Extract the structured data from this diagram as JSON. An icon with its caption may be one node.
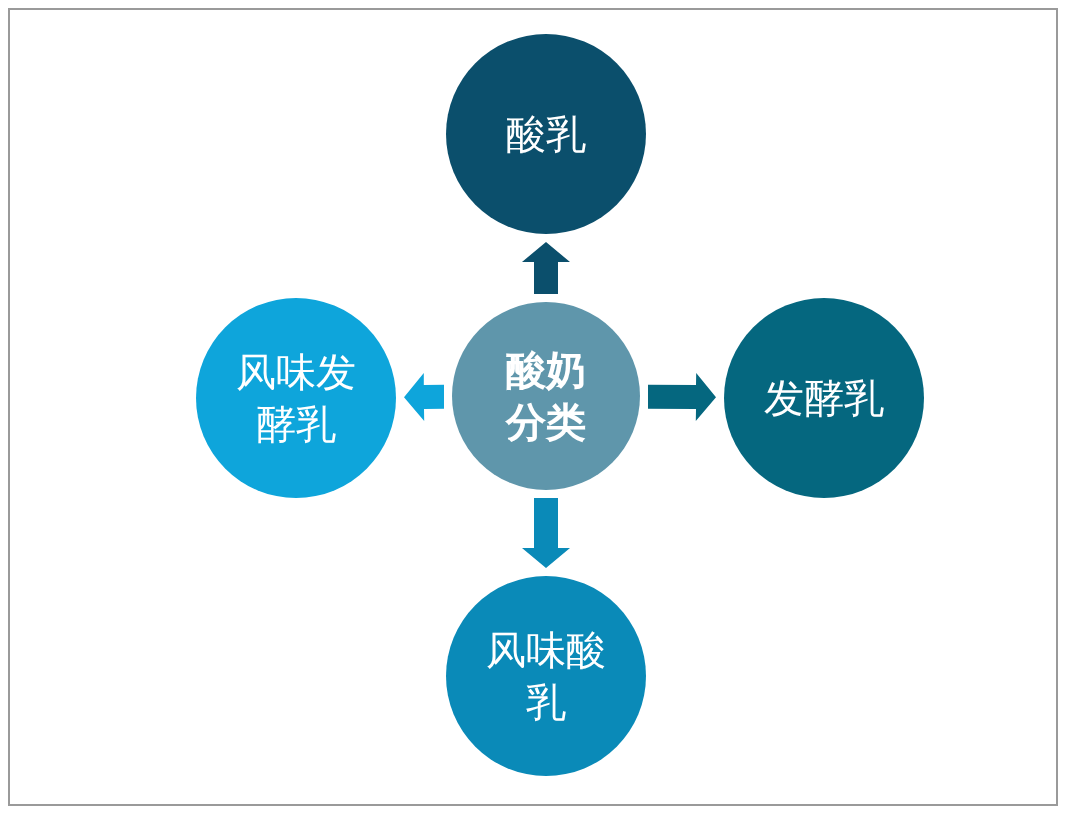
{
  "diagram": {
    "nodes": [
      {
        "text": [
          "酸奶分类"
        ]
      },
      {
        "text": [
          "酸乳"
        ]
      },
      {
        "text": [
          "发酵乳"
        ]
      },
      {
        "text": [
          "风味发酵乳"
        ]
      },
      {
        "text": [
          "风味酸乳"
        ]
      }
    ],
    "edges": [
      {
        "from": 0,
        "to": 1,
        "arrow": "to",
        "style": "thick",
        "color": "#0b4f6c"
      },
      {
        "from": 0,
        "to": 2,
        "arrow": "to",
        "style": "thick",
        "color": "#05677f"
      },
      {
        "from": 0,
        "to": 3,
        "arrow": "to",
        "style": "thick",
        "color": "#0ea5db"
      },
      {
        "from": 0,
        "to": 4,
        "arrow": "to",
        "style": "thick",
        "color": "#0a8ab8"
      }
    ]
  }
}
